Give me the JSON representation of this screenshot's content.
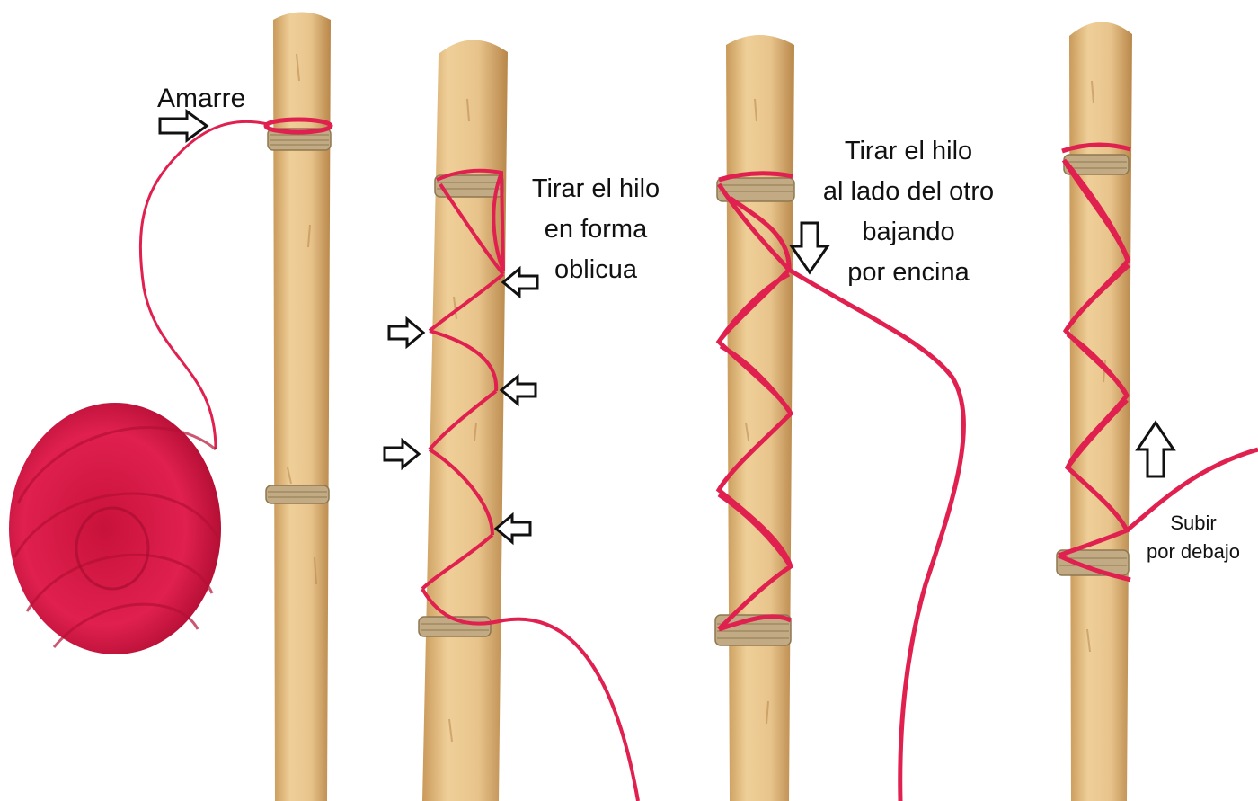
{
  "labels": {
    "step1": "Amarre",
    "step2": "Tirar el hilo\nen forma\noblicua",
    "step3": "Tirar el hilo\nal lado del otro\nbajando\npor encina",
    "step4": "Subir\npor debajo"
  },
  "colors": {
    "yarn": "#e0204f",
    "yarn_dark": "#b8123a",
    "wood": "#e8c48c",
    "wood_shade": "#c99a5a",
    "twine": "#c2ab84",
    "background": "#ffffff"
  },
  "icons": [
    "right-arrow-icon",
    "left-arrow-icon",
    "down-arrow-icon",
    "up-arrow-icon"
  ]
}
